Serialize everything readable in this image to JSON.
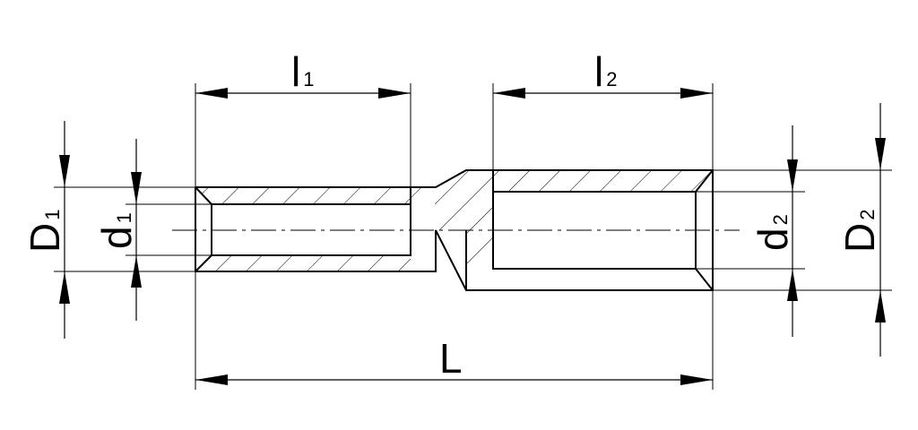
{
  "labels": {
    "L": "L",
    "l1": {
      "main": "l",
      "sub": "1"
    },
    "l2": {
      "main": "l",
      "sub": "2"
    },
    "D1": {
      "main": "D",
      "sub": "1"
    },
    "d1": {
      "main": "d",
      "sub": "1"
    },
    "d2": {
      "main": "d",
      "sub": "2"
    },
    "D2": {
      "main": "D",
      "sub": "2"
    }
  },
  "colors": {
    "stroke": "#000000",
    "background": "#ffffff"
  }
}
